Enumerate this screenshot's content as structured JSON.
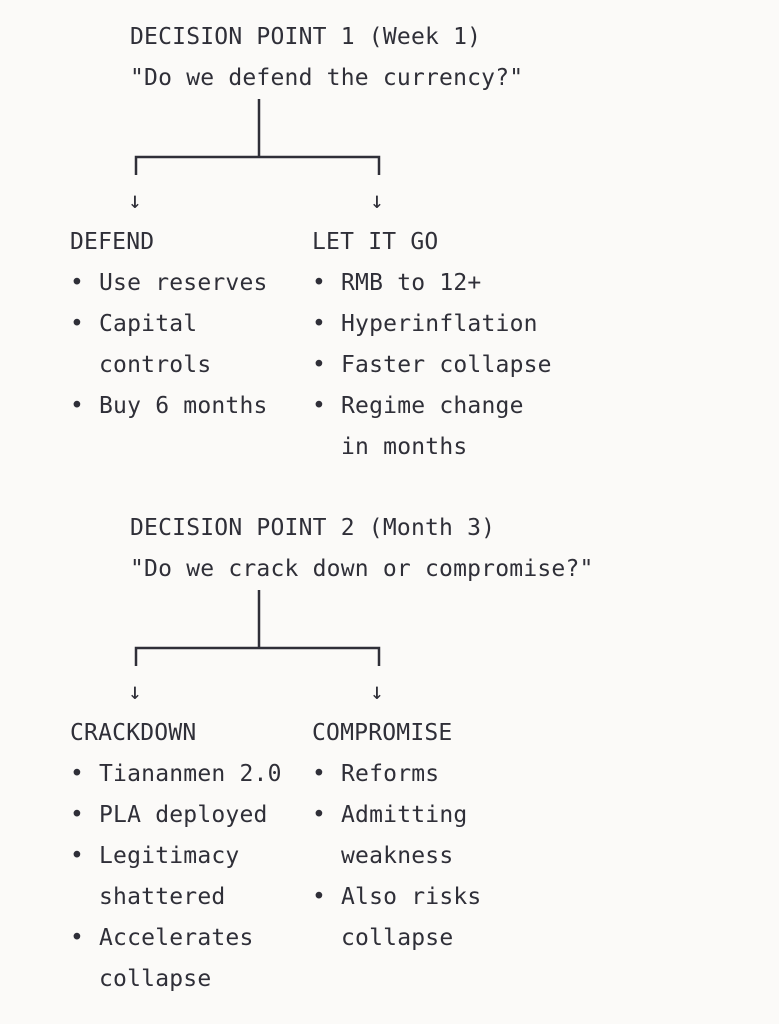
{
  "decision1": {
    "title": "DECISION POINT 1 (Week 1)",
    "question": "\"Do we defend the currency?\"",
    "arrow_glyph": "↓",
    "left": {
      "heading": "DEFEND",
      "items": [
        "Use reserves",
        "Capital",
        "controls",
        "Buy 6 months"
      ]
    },
    "right": {
      "heading": "LET IT GO",
      "items": [
        "RMB to 12+",
        "Hyperinflation",
        "Faster collapse",
        "Regime change",
        "in months"
      ]
    }
  },
  "decision2": {
    "title": "DECISION POINT 2 (Month 3)",
    "question": "\"Do we crack down or compromise?\"",
    "arrow_glyph": "↓",
    "left": {
      "heading": "CRACKDOWN",
      "items": [
        "Tiananmen 2.0",
        "PLA deployed",
        "Legitimacy",
        "shattered",
        "Accelerates",
        "collapse"
      ]
    },
    "right": {
      "heading": "COMPROMISE",
      "items": [
        "Reforms",
        "Admitting",
        "weakness",
        "Also risks",
        "collapse"
      ]
    }
  },
  "bullet_glyph": "•",
  "colors": {
    "background": "#fbfaf8",
    "text": "#2f2f38"
  }
}
